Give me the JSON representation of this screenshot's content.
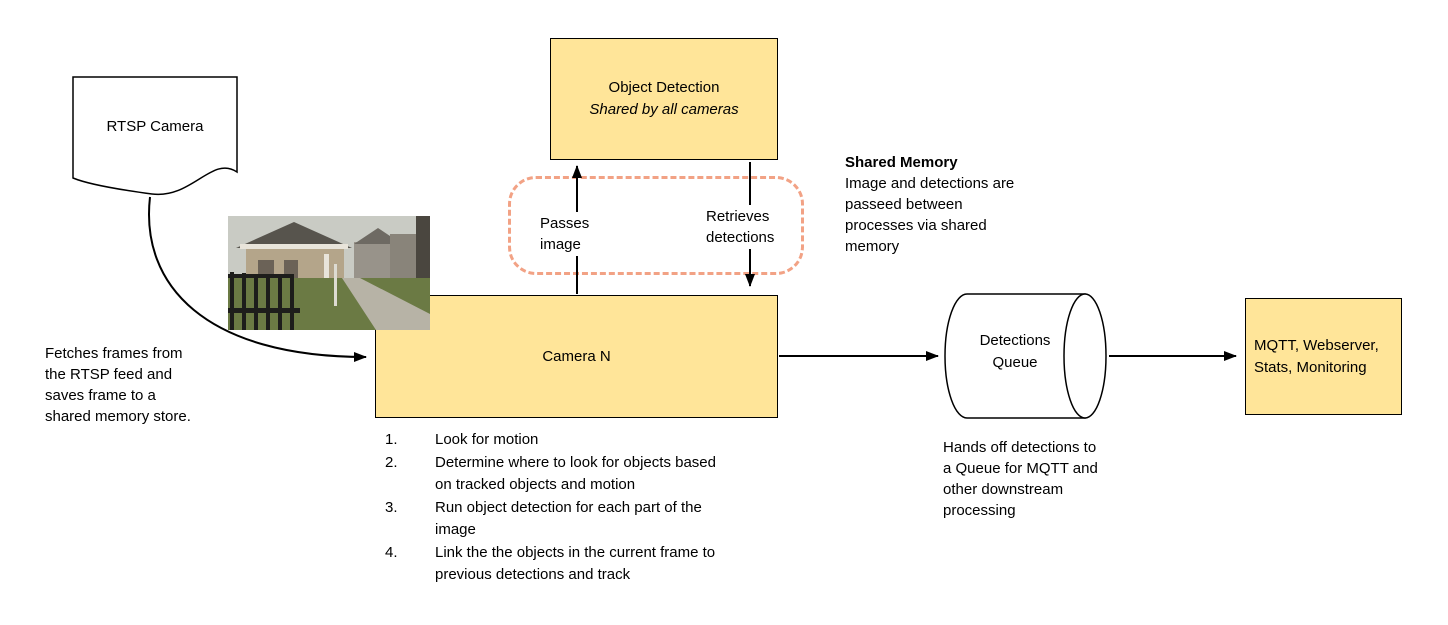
{
  "diagram": {
    "nodes": {
      "rtsp_camera": {
        "label": "RTSP Camera"
      },
      "object_detection": {
        "title": "Object Detection",
        "subtitle": "Shared by all cameras"
      },
      "camera_n": {
        "label": "Camera N"
      },
      "detections_queue": {
        "label": "Detections Queue"
      },
      "mqtt": {
        "label": "MQTT, Webserver, Stats, Monitoring"
      }
    },
    "edge_labels": {
      "passes_image": "Passes image",
      "retrieves_detections": "Retrieves detections"
    },
    "notes": {
      "shared_memory_title": "Shared Memory",
      "shared_memory_body": "Image and detections are passeed between processes via shared memory",
      "fetch_frames": "Fetches frames from the RTSP feed and saves frame to a shared memory store.",
      "queue_handoff": "Hands off detections to a Queue for MQTT and other downstream processing"
    },
    "camera_steps": [
      "Look for motion",
      "Determine where to look for objects based on tracked objects and motion",
      "Run object detection for each part of the image",
      "Link the the objects in the current frame to previous detections and track"
    ],
    "colors": {
      "node_fill": "#FFE599",
      "node_border": "#000000",
      "shared_memory_dashed_border": "#F2A285",
      "arrow": "#000000"
    }
  }
}
